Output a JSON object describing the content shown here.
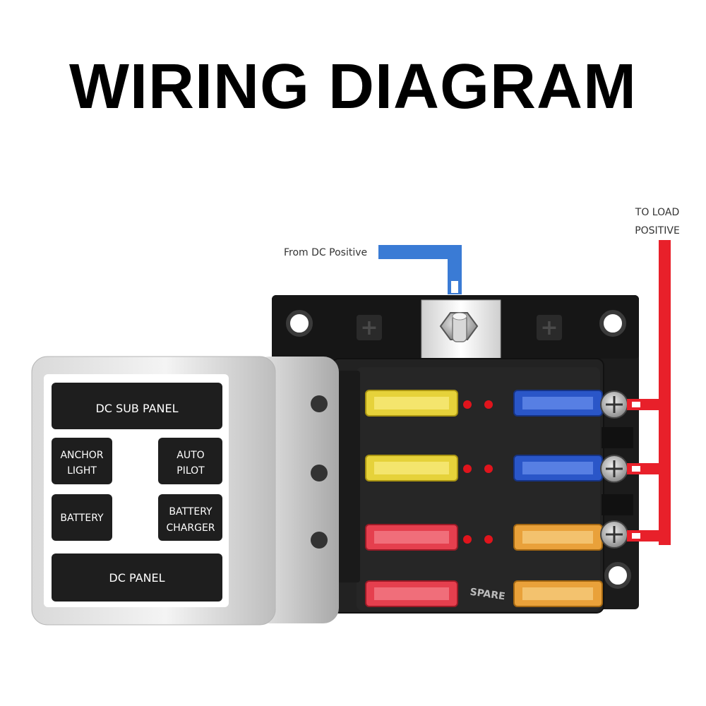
{
  "title": "WIRING DIAGRAM",
  "wire_labels": {
    "from_dc_positive": "From DC Positive",
    "to_load_line1": "TO LOAD",
    "to_load_line2": "POSITIVE"
  },
  "sub_panel": {
    "top": "DC SUB PANEL",
    "anchor_light_1": "ANCHOR",
    "anchor_light_2": "LIGHT",
    "auto_pilot_1": "AUTO",
    "auto_pilot_2": "PILOT",
    "battery": "BATTERY",
    "battery_charger_1": "BATTERY",
    "battery_charger_2": "CHARGER",
    "bottom": "DC PANEL"
  },
  "fuse_block": {
    "spare_label": "SPARE",
    "terminal_symbol": "+"
  },
  "colors": {
    "input_wire": "#3a7bd5",
    "output_wire": "#e8202a",
    "fuse_yellow": "#e6d23a",
    "fuse_blue": "#2a56c8",
    "fuse_red": "#e53f4e",
    "fuse_orange": "#e9a13a",
    "led": "#e0141c"
  },
  "icons": [
    "plus-icon",
    "screw-icon",
    "bolt-icon"
  ]
}
